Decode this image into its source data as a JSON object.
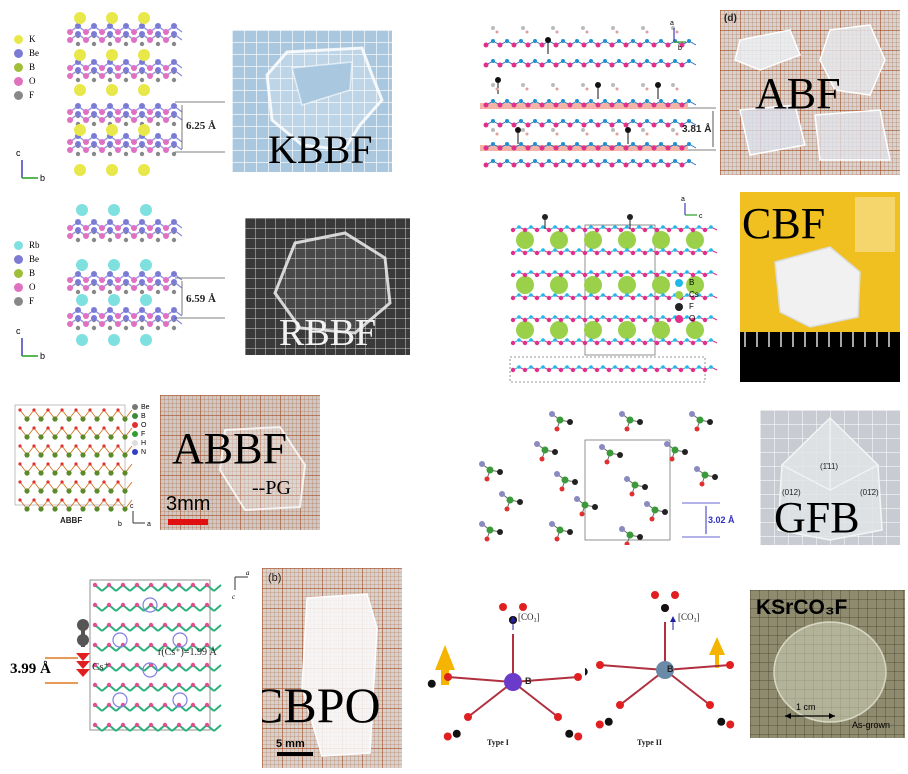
{
  "row1": {
    "kbbf_legend": [
      "K",
      "Be",
      "B",
      "O",
      "F"
    ],
    "kbbf_spacing": "6.25 Å",
    "kbbf_name": "KBBF",
    "abf_spacing": "3.81 Å",
    "abf_panel_tag": "(d)",
    "abf_name": "ABF"
  },
  "row2": {
    "rbbf_legend": [
      "Rb",
      "Be",
      "B",
      "O",
      "F"
    ],
    "rbbf_spacing": "6.59 Å",
    "rbbf_name": "RBBF",
    "cbf_legend": [
      "B",
      "Cs",
      "F",
      "O"
    ],
    "cbf_name": "CBF"
  },
  "row3": {
    "abbf_legend": [
      "Be",
      "B",
      "O",
      "F",
      "H",
      "N"
    ],
    "abbf_caption": "ABBF",
    "abbf_name": "ABBF",
    "abbf_scale": "3mm",
    "abbf_pg": "--PG",
    "gfb_spacing": "3.02 Å",
    "gfb_face_top": "(1̄11)",
    "gfb_face_left": "(012)",
    "gfb_face_right": "(01̄2)",
    "gfb_name": "GFB"
  },
  "row4": {
    "cbpo_spacing": "3.99 Å",
    "cbpo_cs": "Cs⁺",
    "cbpo_radius": "r(Cs⁺)=1.99 Å",
    "cbpo_panel_tag": "(b)",
    "cbpo_name": "CBPO",
    "cbpo_scale": "5 mm",
    "type1_label": "Type I",
    "type2_label": "Type II",
    "co3_label": "[CO₃]",
    "b_label": "B",
    "ksr_name": "KSrCO₃F",
    "ksr_scale": "1 cm",
    "ksr_state": "As-grown"
  },
  "colors": {
    "K": "#e8e84a",
    "Be": "#7b7bd6",
    "B": "#9fbf3a",
    "O": "#e070c0",
    "F": "#888888",
    "Rb": "#7fe0e0",
    "Cs": "#9ad04a",
    "arrow": "#f5b400"
  }
}
